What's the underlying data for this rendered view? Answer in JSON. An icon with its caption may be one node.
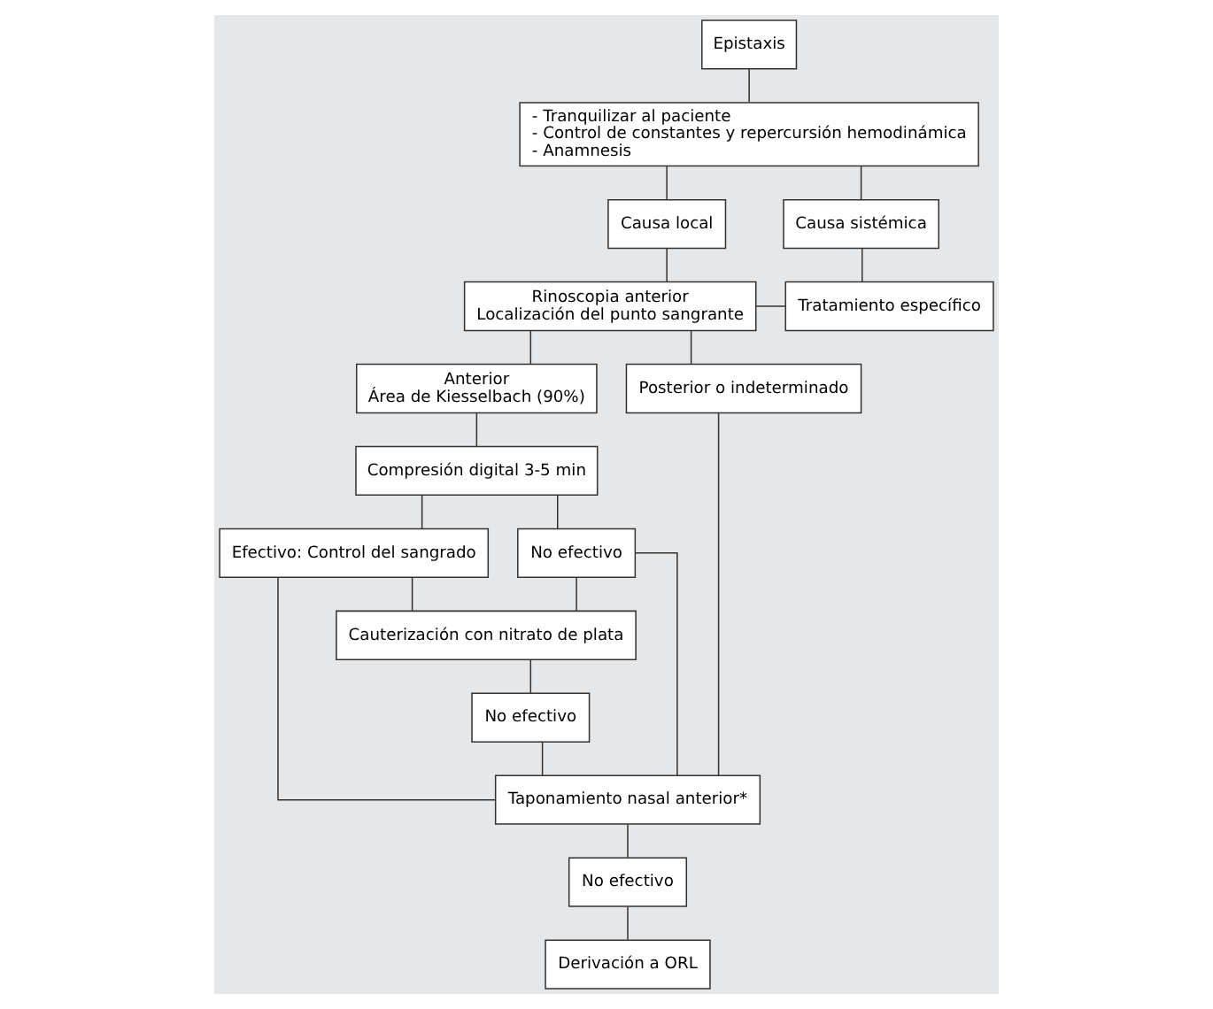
{
  "diagram": {
    "nodes": [
      {
        "text": [
          "Epistaxis"
        ]
      },
      {
        "text": [
          "- Tranquilizar al paciente",
          "- Control de constantes y repercursión hemodinámica",
          "- Anamnesis"
        ]
      },
      {
        "text": [
          "Causa local"
        ]
      },
      {
        "text": [
          "Causa sistémica"
        ]
      },
      {
        "text": [
          "Rinoscopia anterior",
          "Localización del punto sangrante"
        ]
      },
      {
        "text": [
          "Tratamiento específico"
        ]
      },
      {
        "text": [
          "Anterior",
          "Área de Kiesselbach (90%)"
        ]
      },
      {
        "text": [
          "Posterior o indeterminado"
        ]
      },
      {
        "text": [
          "Compresión digital 3-5 min"
        ]
      },
      {
        "text": [
          "Efectivo: Control del sangrado"
        ]
      },
      {
        "text": [
          "No efectivo"
        ]
      },
      {
        "text": [
          "Cauterización con nitrato de plata"
        ]
      },
      {
        "text": [
          "No efectivo"
        ]
      },
      {
        "text": [
          "Taponamiento nasal anterior*"
        ]
      },
      {
        "text": [
          "No efectivo"
        ]
      },
      {
        "text": [
          "Derivación a ORL"
        ]
      }
    ],
    "edges": [
      {
        "from": 0,
        "to": 1,
        "arrow": "none"
      },
      {
        "from": 1,
        "to": 2,
        "arrow": "none"
      },
      {
        "from": 1,
        "to": 3,
        "arrow": "none"
      },
      {
        "from": 2,
        "to": 4,
        "arrow": "none"
      },
      {
        "from": 3,
        "to": 5,
        "arrow": "none"
      },
      {
        "from": 4,
        "to": 5,
        "arrow": "none"
      },
      {
        "from": 4,
        "to": 6,
        "arrow": "none"
      },
      {
        "from": 4,
        "to": 7,
        "arrow": "none"
      },
      {
        "from": 6,
        "to": 8,
        "arrow": "none"
      },
      {
        "from": 8,
        "to": 9,
        "arrow": "none"
      },
      {
        "from": 8,
        "to": 10,
        "arrow": "none"
      },
      {
        "from": 10,
        "to": 11,
        "arrow": "none"
      },
      {
        "from": 10,
        "to": 13,
        "arrow": "none"
      },
      {
        "from": 11,
        "to": 9,
        "arrow": "none"
      },
      {
        "from": 11,
        "to": 12,
        "arrow": "none"
      },
      {
        "from": 12,
        "to": 13,
        "arrow": "none"
      },
      {
        "from": 9,
        "to": 13,
        "arrow": "none"
      },
      {
        "from": 7,
        "to": 13,
        "arrow": "none"
      },
      {
        "from": 13,
        "to": 14,
        "arrow": "none"
      },
      {
        "from": 14,
        "to": 15,
        "arrow": "none"
      }
    ]
  }
}
